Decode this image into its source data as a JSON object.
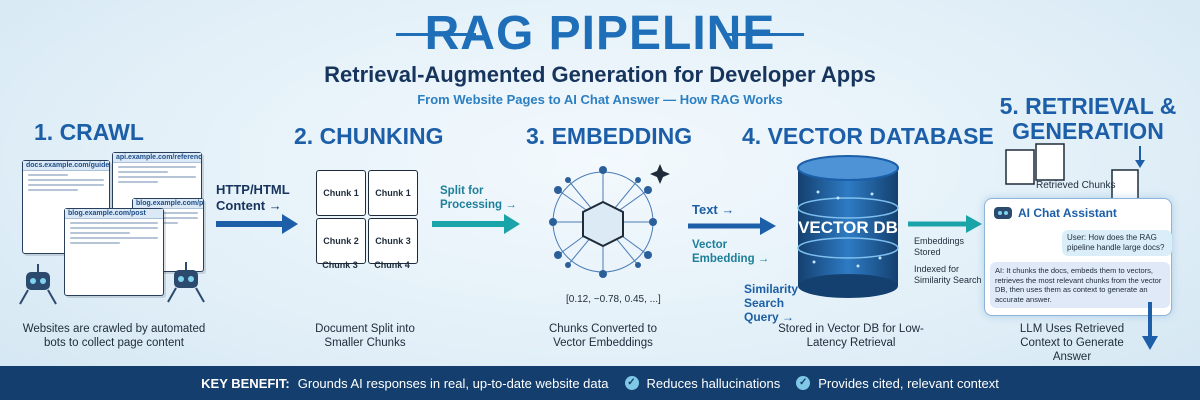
{
  "header": {
    "title": "RAG PIPELINE",
    "subtitle": "Retrieval-Augmented Generation for Developer Apps",
    "tagline": "From Website Pages to AI Chat Answer — How RAG Works"
  },
  "steps": [
    {
      "label": "1. CRAWL",
      "caption": "Websites are crawled by automated bots to collect page content"
    },
    {
      "label": "2. CHUNKING",
      "caption": "Document Split into Smaller Chunks"
    },
    {
      "label": "3. EMBEDDING",
      "caption": "Chunks Converted to Vector Embeddings"
    },
    {
      "label": "4. VECTOR DATABASE",
      "caption": "Stored in Vector DB for Low-Latency Retrieval"
    },
    {
      "label": "5. RETRIEVAL & GENERATION",
      "caption": "LLM Uses Retrieved Context to Generate Answer"
    }
  ],
  "crawl": {
    "urls": [
      "docs.example.com/guide",
      "api.example.com/reference",
      "blog.example.com/post",
      "blog.example.com/post"
    ]
  },
  "flows": {
    "crawl_to_chunk": "HTTP/HTML Content →",
    "chunk_to_embed": "Split for Processing →",
    "embed_text": "Text →",
    "embed_vector": "Vector Embedding →",
    "similarity": "Similarity Search Query →"
  },
  "chunks": [
    "Chunk 1",
    "Chunk 1",
    "Chunk 2",
    "Chunk 3",
    "Chunk 3",
    "Chunk 4"
  ],
  "embedding": {
    "vector": "[0.12, −0.78, 0.45, ...]"
  },
  "vectordb": {
    "label": "VECTOR DB",
    "note_stored": "Embeddings Stored",
    "note_indexed": "Indexed for Similarity Search"
  },
  "retrieval": {
    "retrieved_label": "Retrieved Chunks",
    "chat_title": "AI Chat Assistant",
    "user_msg": "User: How does the RAG pipeline handle large docs?",
    "ai_msg": "AI: It chunks the docs, embeds them to vectors, retrieves the most relevant chunks from the vector DB, then uses them as context to generate an accurate answer."
  },
  "footer": {
    "key_label": "KEY BENEFIT:",
    "key_text": "Grounds AI responses in real, up-to-date website data",
    "benefit2": "Reduces hallucinations",
    "benefit3": "Provides cited, relevant context"
  },
  "colors": {
    "title_blue": "#1f6fb8",
    "navy": "#143e6e",
    "teal": "#1aa3a8",
    "arrow_blue": "#1c5fa8"
  }
}
